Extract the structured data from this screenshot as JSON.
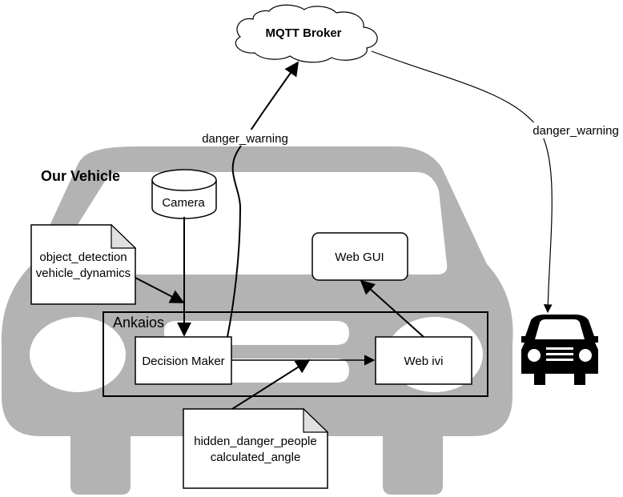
{
  "title": "Our Vehicle",
  "nodes": {
    "broker": "MQTT Broker",
    "camera": "Camera",
    "web_gui": "Web GUI",
    "ankaios": "Ankaios",
    "decision_maker": "Decision Maker",
    "web_ivi": "Web ivi"
  },
  "notes": {
    "inputs": [
      "object_detection",
      "vehicle_dynamics"
    ],
    "outputs": [
      "hidden_danger_people",
      "calculated_angle"
    ]
  },
  "edges": {
    "publish_label": "danger_warning",
    "forward_label": "danger_warning"
  },
  "icons": {
    "vehicle_silhouette": "car-front-outline",
    "other_vehicle": "car-front-icon"
  },
  "colors": {
    "vehicle": "#b3b3b3",
    "ink": "#000000"
  }
}
